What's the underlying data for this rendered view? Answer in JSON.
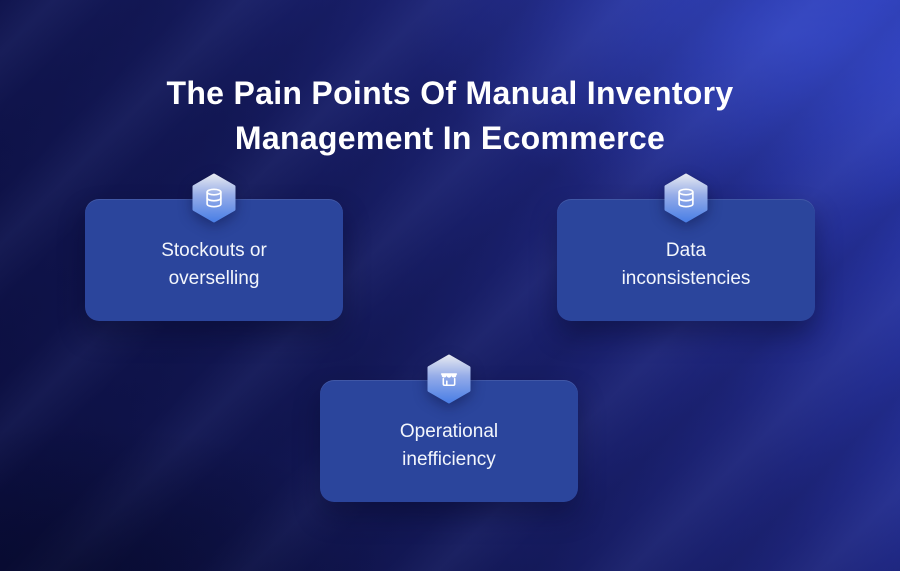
{
  "header": {
    "title_lines": [
      "The Pain Points Of Manual Inventory",
      "Management In Ecommerce"
    ]
  },
  "cards": [
    {
      "label": "Stockouts or\noverselling",
      "icon": "database-icon"
    },
    {
      "label": "Data\ninconsistencies",
      "icon": "database-icon"
    },
    {
      "label": "Operational\ninefficiency",
      "icon": "storefront-icon"
    }
  ],
  "colors": {
    "background_dark": "#0b0e3e",
    "background_bright": "#2b3ab2",
    "card_background": "#2b459c",
    "card_text": "#f3f6fc",
    "title_text": "#ffffff",
    "hexagon_gradient_top": "#e3e7f0",
    "hexagon_gradient_bottom": "#4c80e6",
    "icon_stroke": "#ffffff"
  }
}
